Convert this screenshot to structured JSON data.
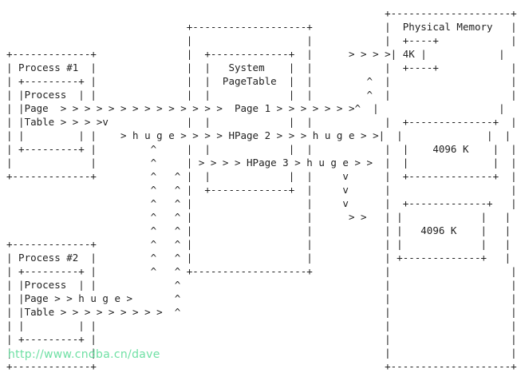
{
  "diagram": {
    "lines": [
      "                                                               +--------------------+",
      "                              +-------------------+            |  Physical Memory   |",
      "                              |                   |            |  +----+            |",
      "+-------------+               |  +-------------+  |      > > > >| 4K |            |",
      "| Process #1  |               |  |   System    |  |            |  +----+            |",
      "| +---------+ |               |  |  PageTable  |  |         ^  |                    |",
      "| |Process  | |               |  |             |  |         ^  |                    |",
      "| |Page  > > > > > > > > > > > > > >  Page 1 > > > > > > >^  |                    |",
      "| |Table > > > >v             |  |             |  |            |  +--------------+  |",
      "| |         | |    > h u g e > > > > HPage 2 > > > h u g e > >|  |              |  |",
      "| +---------+ |         ^     |  |             |  |            |  |    4096 K    |  |",
      "|             |         ^     | > > > > HPage 3 > h u g e > >  |  |              |  |",
      "+-------------+         ^   ^ |  |             |  |     v      |  +--------------+  |",
      "                        ^   ^ |  +-------------+  |     v      |                    |",
      "                        ^   ^ |                   |     v      |  +-------------+   |",
      "                        ^   ^ |                   |      > >   | |             |   |",
      "                        ^   ^ |                   |            | |   4096 K    |   |",
      "+-------------+         ^   ^ |                   |            | |             |   |",
      "| Process #2  |         ^   ^ |                   |            | +-------------+   |",
      "| +---------+ |         ^   ^ +-------------------+            |                    |",
      "| |Process  | |             ^                                  |                    |",
      "| |Page > > h u g e >       ^                                  |                    |",
      "| |Table > > > > > > > > >  ^                                  |                    |",
      "| |         | |                                                |                    |",
      "| +---------+ |                                                |                    |",
      "|             |                                                |                    |",
      "+-------------+                                                +--------------------+"
    ]
  },
  "watermark": {
    "text": "http://www.cndba.cn/dave"
  }
}
